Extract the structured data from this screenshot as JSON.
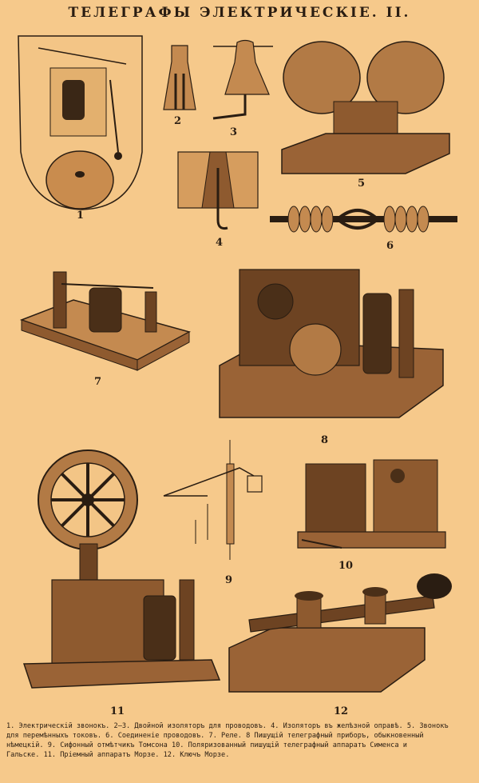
{
  "title": "ТЕЛЕГРАФЫ ЭЛЕКТРИЧЕСКІЕ. II.",
  "figures": [
    {
      "num": "1"
    },
    {
      "num": "2"
    },
    {
      "num": "3"
    },
    {
      "num": "4"
    },
    {
      "num": "5"
    },
    {
      "num": "6"
    },
    {
      "num": "7"
    },
    {
      "num": "8"
    },
    {
      "num": "9"
    },
    {
      "num": "10"
    },
    {
      "num": "11"
    },
    {
      "num": "12"
    }
  ],
  "caption_lines": [
    "1. Электрическій звонокъ. 2—3. Двойной изоляторъ для проводовъ. 4. Изоляторъ въ желѣзной оправѣ. 5. Звонокъ",
    "для перемѣнныхъ токовъ. 6. Соединеніе проводовъ. 7. Реле. 8 Пишущій телеграфный приборъ, обыкновенный",
    "нѣмецкій. 9. Сифонный отмѣтчикъ Томсона 10. Поляризованный пишущій телеграфный аппаратъ Сименса и",
    "Гальске. 11. Пріемный аппаратъ Морзе. 12. Ключъ Морзе."
  ],
  "colors": {
    "paper": "#f6c98b",
    "ink": "#2a1d12"
  }
}
